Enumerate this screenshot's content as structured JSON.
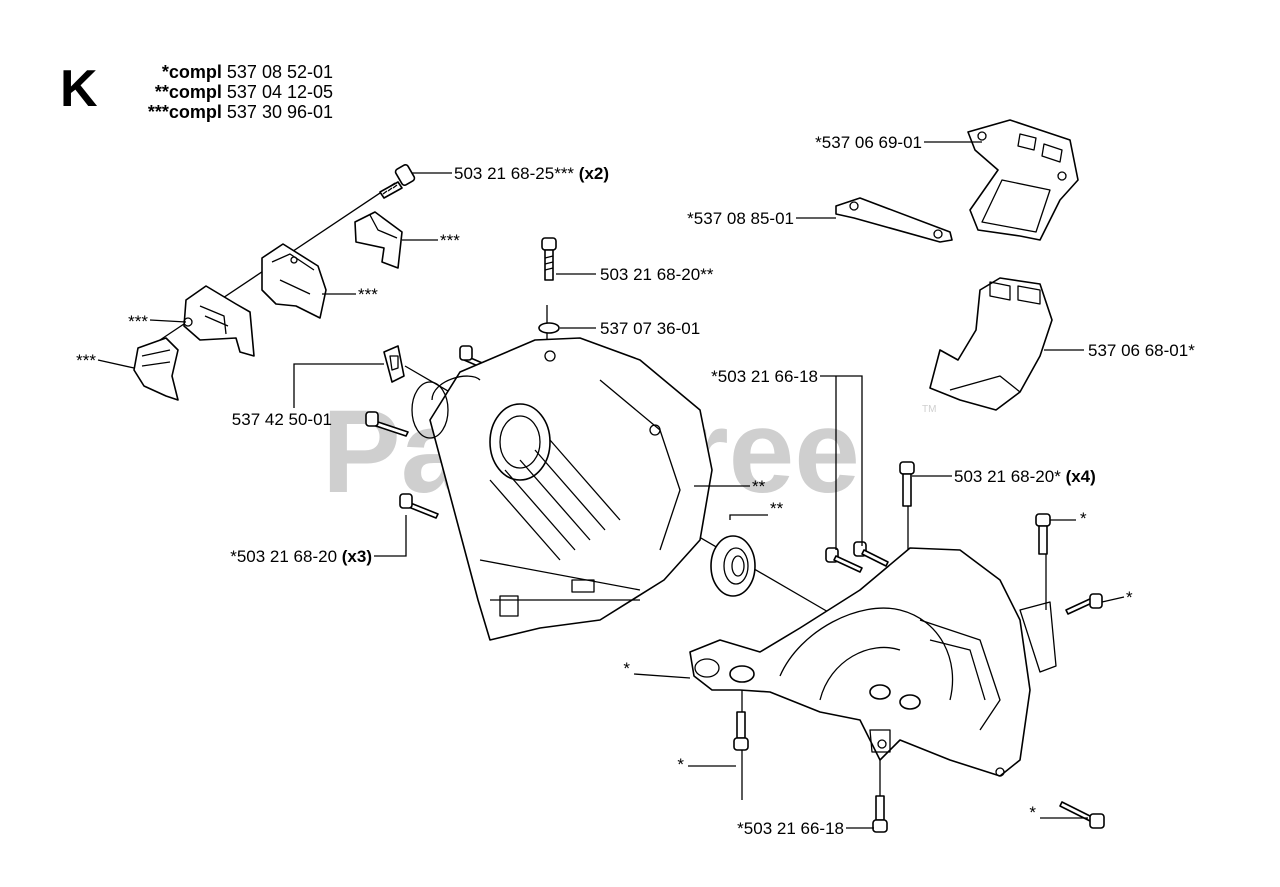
{
  "section_letter": "K",
  "header": [
    {
      "mark": "*compl",
      "number": "537 08 52-01"
    },
    {
      "mark": "**compl",
      "number": "537 04 12-05"
    },
    {
      "mark": "***compl",
      "number": "537 30 96-01"
    }
  ],
  "watermark": "PartsTree",
  "watermark_tm": "TM",
  "labels": {
    "screw_top_x2": {
      "text": "503 21 68-25***",
      "qty": "(x2)"
    },
    "cover_537_06_69": {
      "text": "*537 06 69-01"
    },
    "gasket_537_08_85": {
      "text": "*537 08 85-01"
    },
    "screw_503_21_68_20_2star": {
      "text": "503 21 68-20**"
    },
    "ring_537_07_36": {
      "text": "537 07 36-01"
    },
    "heat_shield_537_06_68": {
      "text": "537 06 68-01*"
    },
    "clip_537_42_50": {
      "text": "537 42 50-01"
    },
    "screw_503_21_66_18_top": {
      "text": "*503 21 66-18"
    },
    "screw_x4": {
      "text": "503 21 68-20*",
      "qty": "(x4)"
    },
    "screw_x3": {
      "text": "*503 21 68-20",
      "qty": "(x3)"
    },
    "screw_503_21_66_18_bottom": {
      "text": "*503 21 66-18"
    },
    "clamp_a": {
      "text": "***"
    },
    "clamp_b": {
      "text": "***"
    },
    "bracket_c": {
      "text": "***"
    },
    "half_d": {
      "text": "***"
    },
    "crankcase_mark": {
      "text": "**"
    },
    "bearing_mark": {
      "text": "**"
    },
    "screw_right_top": {
      "text": "*"
    },
    "screw_right_mid": {
      "text": "*"
    },
    "bracket_left": {
      "text": "*"
    },
    "screw_bottom_left": {
      "text": "*"
    },
    "screw_bottom_right": {
      "text": "*"
    }
  }
}
